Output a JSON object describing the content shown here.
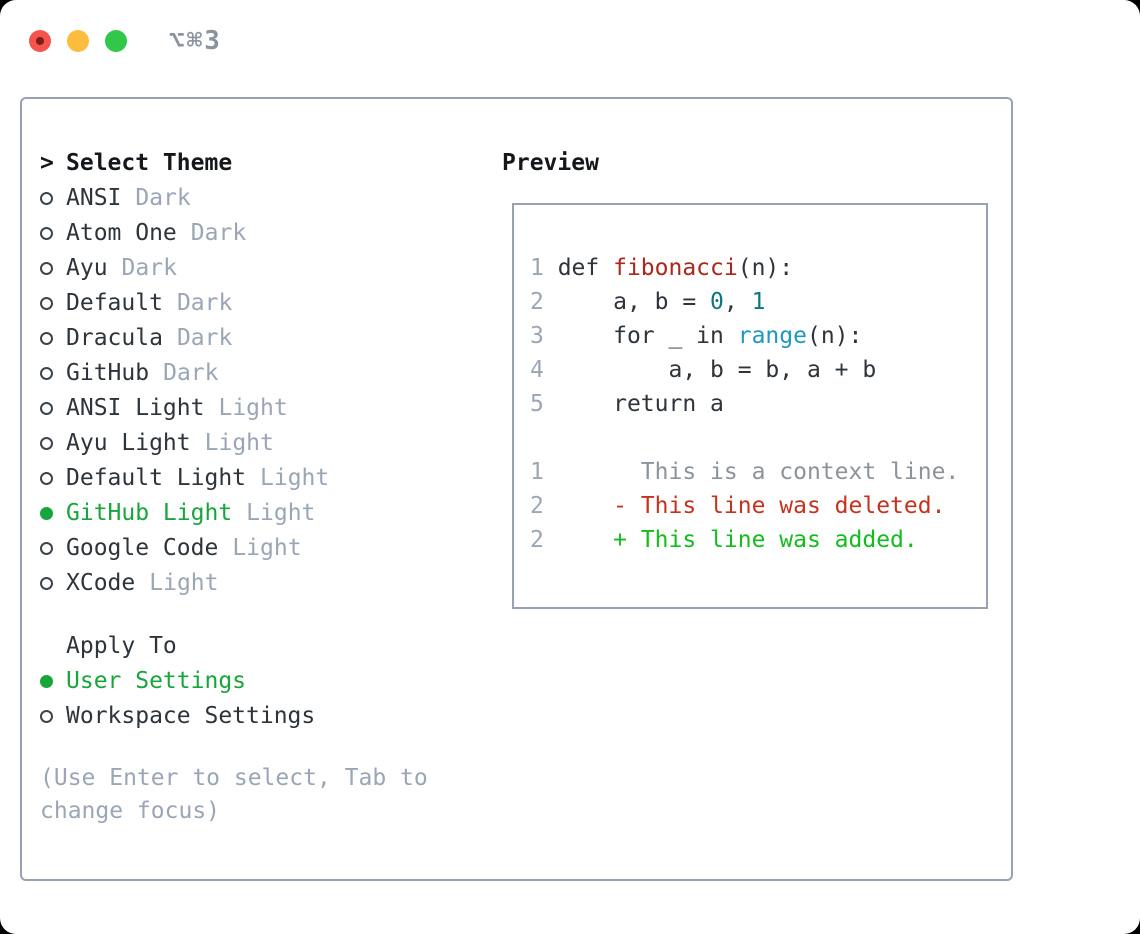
{
  "window": {
    "shortcut_label": "⌥⌘3"
  },
  "theme_panel": {
    "prompt_char": ">",
    "title": "Select Theme",
    "themes": [
      {
        "name": "ANSI",
        "variant": "Dark",
        "selected": false
      },
      {
        "name": "Atom One",
        "variant": "Dark",
        "selected": false
      },
      {
        "name": "Ayu",
        "variant": "Dark",
        "selected": false
      },
      {
        "name": "Default",
        "variant": "Dark",
        "selected": false
      },
      {
        "name": "Dracula",
        "variant": "Dark",
        "selected": false
      },
      {
        "name": "GitHub",
        "variant": "Dark",
        "selected": false
      },
      {
        "name": "ANSI Light",
        "variant": "Light",
        "selected": false
      },
      {
        "name": "Ayu Light",
        "variant": "Light",
        "selected": false
      },
      {
        "name": "Default Light",
        "variant": "Light",
        "selected": false
      },
      {
        "name": "GitHub Light",
        "variant": "Light",
        "selected": true
      },
      {
        "name": "Google Code",
        "variant": "Light",
        "selected": false
      },
      {
        "name": "XCode",
        "variant": "Light",
        "selected": false
      }
    ]
  },
  "apply_panel": {
    "title": "Apply To",
    "options": [
      {
        "label": "User Settings",
        "selected": true
      },
      {
        "label": "Workspace Settings",
        "selected": false
      }
    ]
  },
  "help_text": "(Use Enter to select, Tab to change focus)",
  "preview": {
    "title": "Preview",
    "code_lines": [
      {
        "ln": "1",
        "segs": [
          [
            "def ",
            "plain"
          ],
          [
            "fibonacci",
            "func"
          ],
          [
            "(n):",
            "plain"
          ]
        ]
      },
      {
        "ln": "2",
        "segs": [
          [
            "    a, b = ",
            "plain"
          ],
          [
            "0",
            "numlit"
          ],
          [
            ", ",
            "plain"
          ],
          [
            "1",
            "numlit"
          ]
        ]
      },
      {
        "ln": "3",
        "segs": [
          [
            "    for _ in ",
            "plain"
          ],
          [
            "range",
            "builtin"
          ],
          [
            "(n):",
            "plain"
          ]
        ]
      },
      {
        "ln": "4",
        "segs": [
          [
            "        a, b = b, a + b",
            "plain"
          ]
        ]
      },
      {
        "ln": "5",
        "segs": [
          [
            "    return a",
            "plain"
          ]
        ]
      },
      {
        "ln": "",
        "segs": []
      },
      {
        "ln": "1",
        "segs": [
          [
            "      This is a context line.",
            "ctx"
          ]
        ]
      },
      {
        "ln": "2",
        "segs": [
          [
            "    ",
            "plain"
          ],
          [
            "- This line was deleted.",
            "del"
          ]
        ]
      },
      {
        "ln": "2",
        "segs": [
          [
            "    ",
            "plain"
          ],
          [
            "+ This line was added.",
            "add"
          ]
        ]
      }
    ]
  },
  "colors": {
    "accent_green": "#17a53c",
    "traffic_red": "#f4544d",
    "traffic_red_dot": "#7e1d14",
    "traffic_yellow": "#fcbd3f",
    "traffic_green": "#31c748",
    "shortcut_gray": "#8b939c",
    "border_gray": "#98a2b2",
    "text_dark": "#2e343b",
    "heading_black": "#14181d",
    "muted_gray": "#9aa6b6",
    "line_number": "#9aa6b6",
    "context_gray": "#8c939b",
    "func_red": "#a9271c",
    "number_teal": "#0d7680",
    "builtin_blue": "#1f97c4",
    "deleted_red": "#c5331f",
    "added_green": "#12bd1d",
    "circle_outline": "#3d444d"
  }
}
